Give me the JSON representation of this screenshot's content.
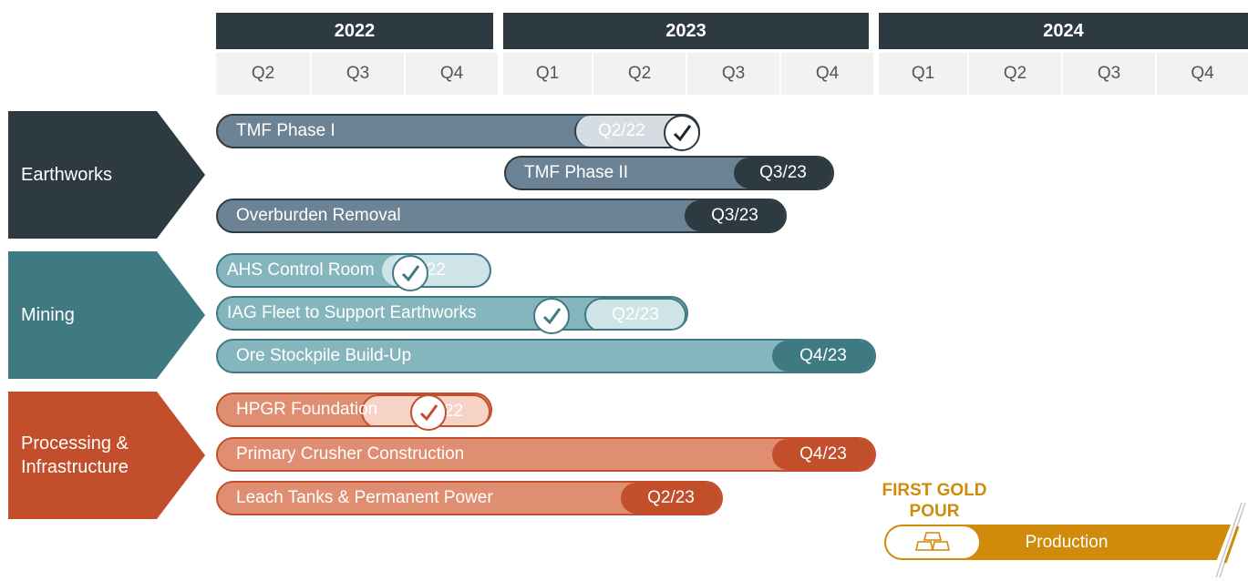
{
  "years": [
    "2022",
    "2023",
    "2024"
  ],
  "quarters": [
    "Q2",
    "Q3",
    "Q4",
    "Q1",
    "Q2",
    "Q3",
    "Q4",
    "Q1",
    "Q2",
    "Q3",
    "Q4"
  ],
  "categories": {
    "earthworks": "Earthworks",
    "mining": "Mining",
    "processing_line1": "Processing &",
    "processing_line2": "Infrastructure"
  },
  "tasks": {
    "tmf1": {
      "label": "TMF Phase I",
      "end": "Q2/22",
      "complete": true
    },
    "tmf2": {
      "label": "TMF Phase II",
      "end": "Q3/23"
    },
    "overburden": {
      "label": "Overburden Removal",
      "end": "Q3/23"
    },
    "ahs": {
      "label": "AHS Control Room",
      "end": "Q4/22",
      "complete": true
    },
    "iag": {
      "label": "IAG Fleet to Support Earthworks",
      "end": "Q2/23",
      "complete": true
    },
    "ore": {
      "label": "Ore Stockpile Build-Up",
      "end": "Q4/23"
    },
    "hpgr": {
      "label": "HPGR Foundation",
      "end": "Q2/22",
      "complete": true
    },
    "crusher": {
      "label": "Primary Crusher Construction",
      "end": "Q4/23"
    },
    "leach": {
      "label": "Leach Tanks & Permanent Power",
      "end": "Q2/23"
    }
  },
  "milestone": {
    "line1": "FIRST GOLD",
    "line2": "POUR",
    "icon": "gold-bars-icon"
  },
  "production": {
    "label": "Production"
  },
  "colors": {
    "earthworks": "#2d3a42",
    "earthworks_bar": "#6b8394",
    "mining": "#3f7a82",
    "mining_bar": "#85b6bd",
    "processing": "#c24e2b",
    "processing_bar": "#e08e72",
    "gold": "#d08a0c"
  }
}
